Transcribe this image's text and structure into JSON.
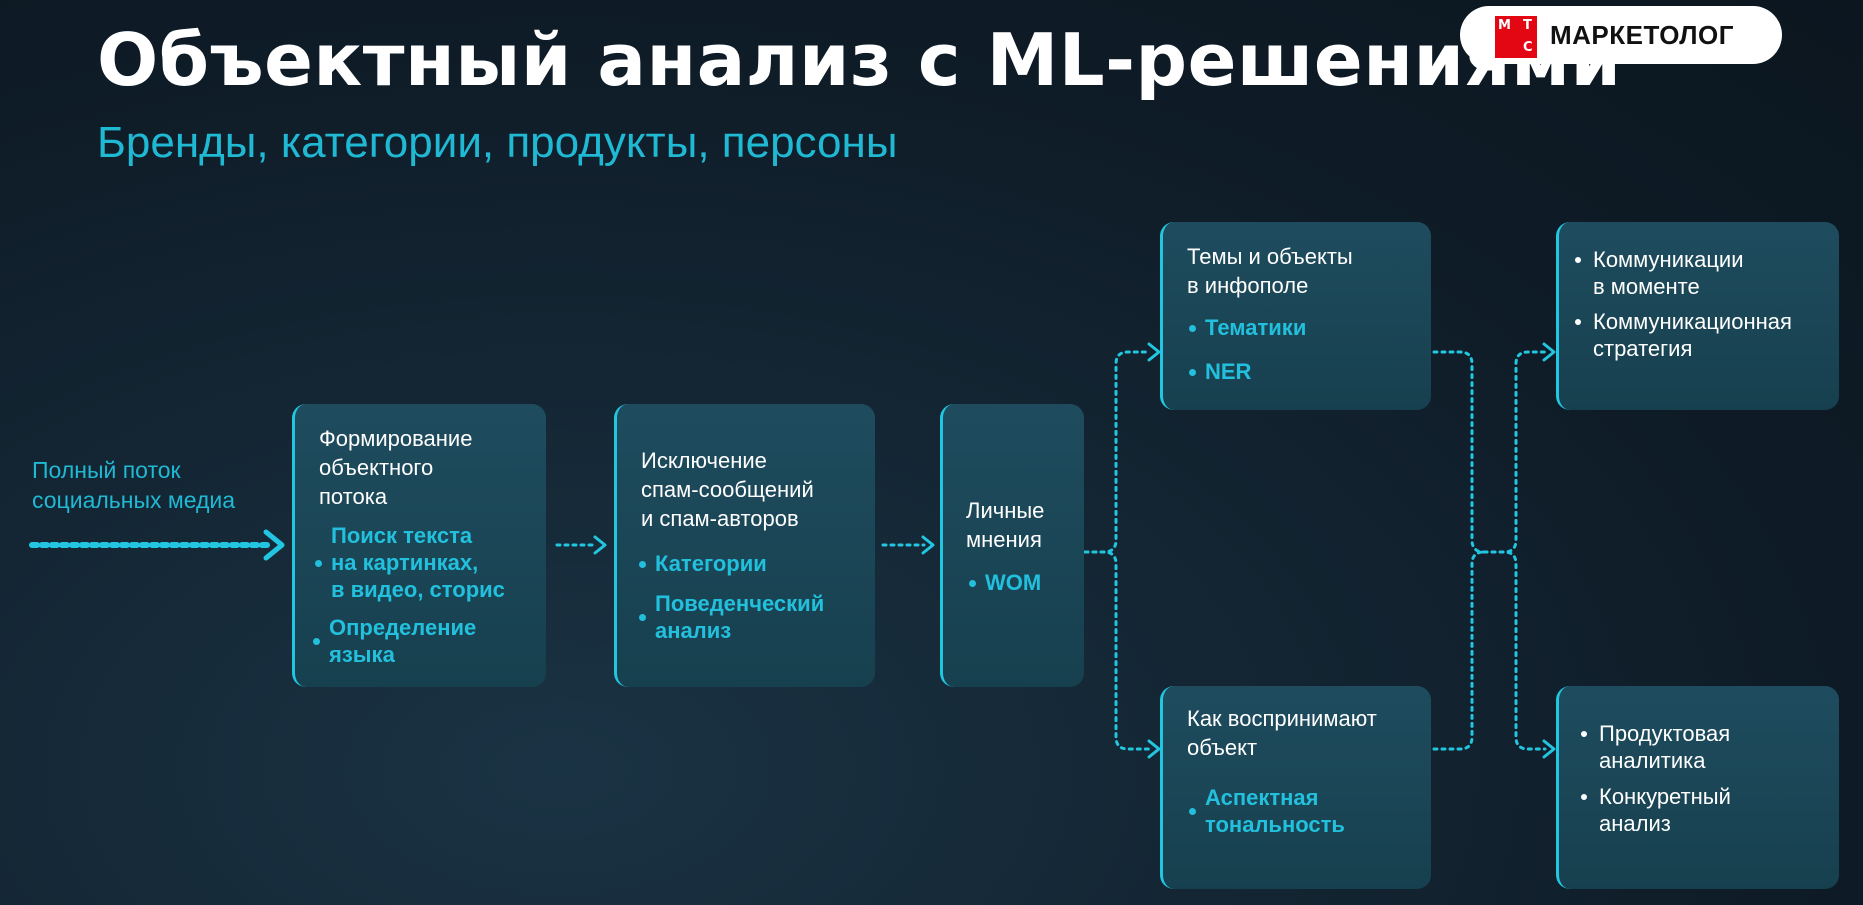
{
  "slide": {
    "title": "Объектный анализ с ML-решениями",
    "subtitle": "Бренды, категории, продукты, персоны"
  },
  "logo": {
    "letters": [
      "М",
      "Т",
      "С"
    ],
    "text": "МАРКЕТОЛОГ",
    "brand_color": "#e30613"
  },
  "input": {
    "line1": "Полный поток",
    "line2": "социальных медиа"
  },
  "stages": [
    {
      "title_lines": [
        "Формирование",
        "объектного",
        "потока"
      ],
      "bullets": [
        [
          "Поиск текста",
          "на картинках,",
          "в видео, сторис"
        ],
        [
          "Определение",
          "языка"
        ]
      ]
    },
    {
      "title_lines": [
        "Исключение",
        "спам-сообщений",
        "и спам-авторов"
      ],
      "bullets": [
        [
          "Категории"
        ],
        [
          "Поведенческий",
          "анализ"
        ]
      ]
    },
    {
      "title_lines": [
        "Личные",
        "мнения"
      ],
      "bullets": [
        [
          "WOM"
        ]
      ]
    }
  ],
  "branches": {
    "top": {
      "title_lines": [
        "Темы и объекты",
        "в инфополе"
      ],
      "bullets": [
        [
          "Тематики"
        ],
        [
          "NER"
        ]
      ]
    },
    "bottom": {
      "title_lines": [
        "Как воспринимают",
        "объект"
      ],
      "bullets": [
        [
          "Аспектная",
          "тональность"
        ]
      ]
    }
  },
  "outputs": {
    "top": [
      [
        "Коммуникации",
        "в моменте"
      ],
      [
        "Коммуникационная",
        "стратегия"
      ]
    ],
    "bottom": [
      [
        "Продуктовая",
        "аналитика"
      ],
      [
        "Конкуретный",
        "анализ"
      ]
    ]
  },
  "colors": {
    "accent": "#20b9d4",
    "box": "#1b4757",
    "background": "#0f1d28"
  }
}
